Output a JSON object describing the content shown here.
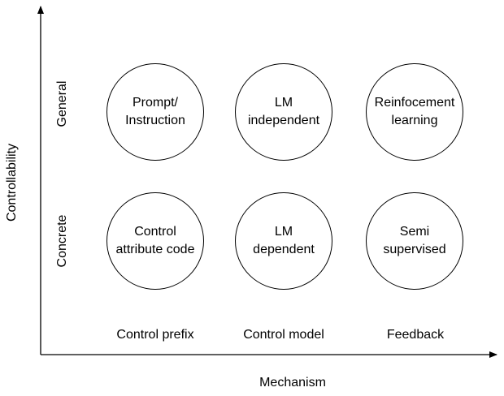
{
  "axes": {
    "x_title": "Mechanism",
    "y_title": "Controllability"
  },
  "columns": [
    "Control prefix",
    "Control model",
    "Feedback"
  ],
  "rows": [
    "General",
    "Concrete"
  ],
  "cells": {
    "general": [
      "Prompt/\nInstruction",
      "LM\nindependent",
      "Reinfocement\nlearning"
    ],
    "concrete": [
      "Control\nattribute code",
      "LM\ndependent",
      "Semi\nsupervised"
    ]
  },
  "colors": {
    "stroke": "#000000",
    "background": "#ffffff"
  }
}
